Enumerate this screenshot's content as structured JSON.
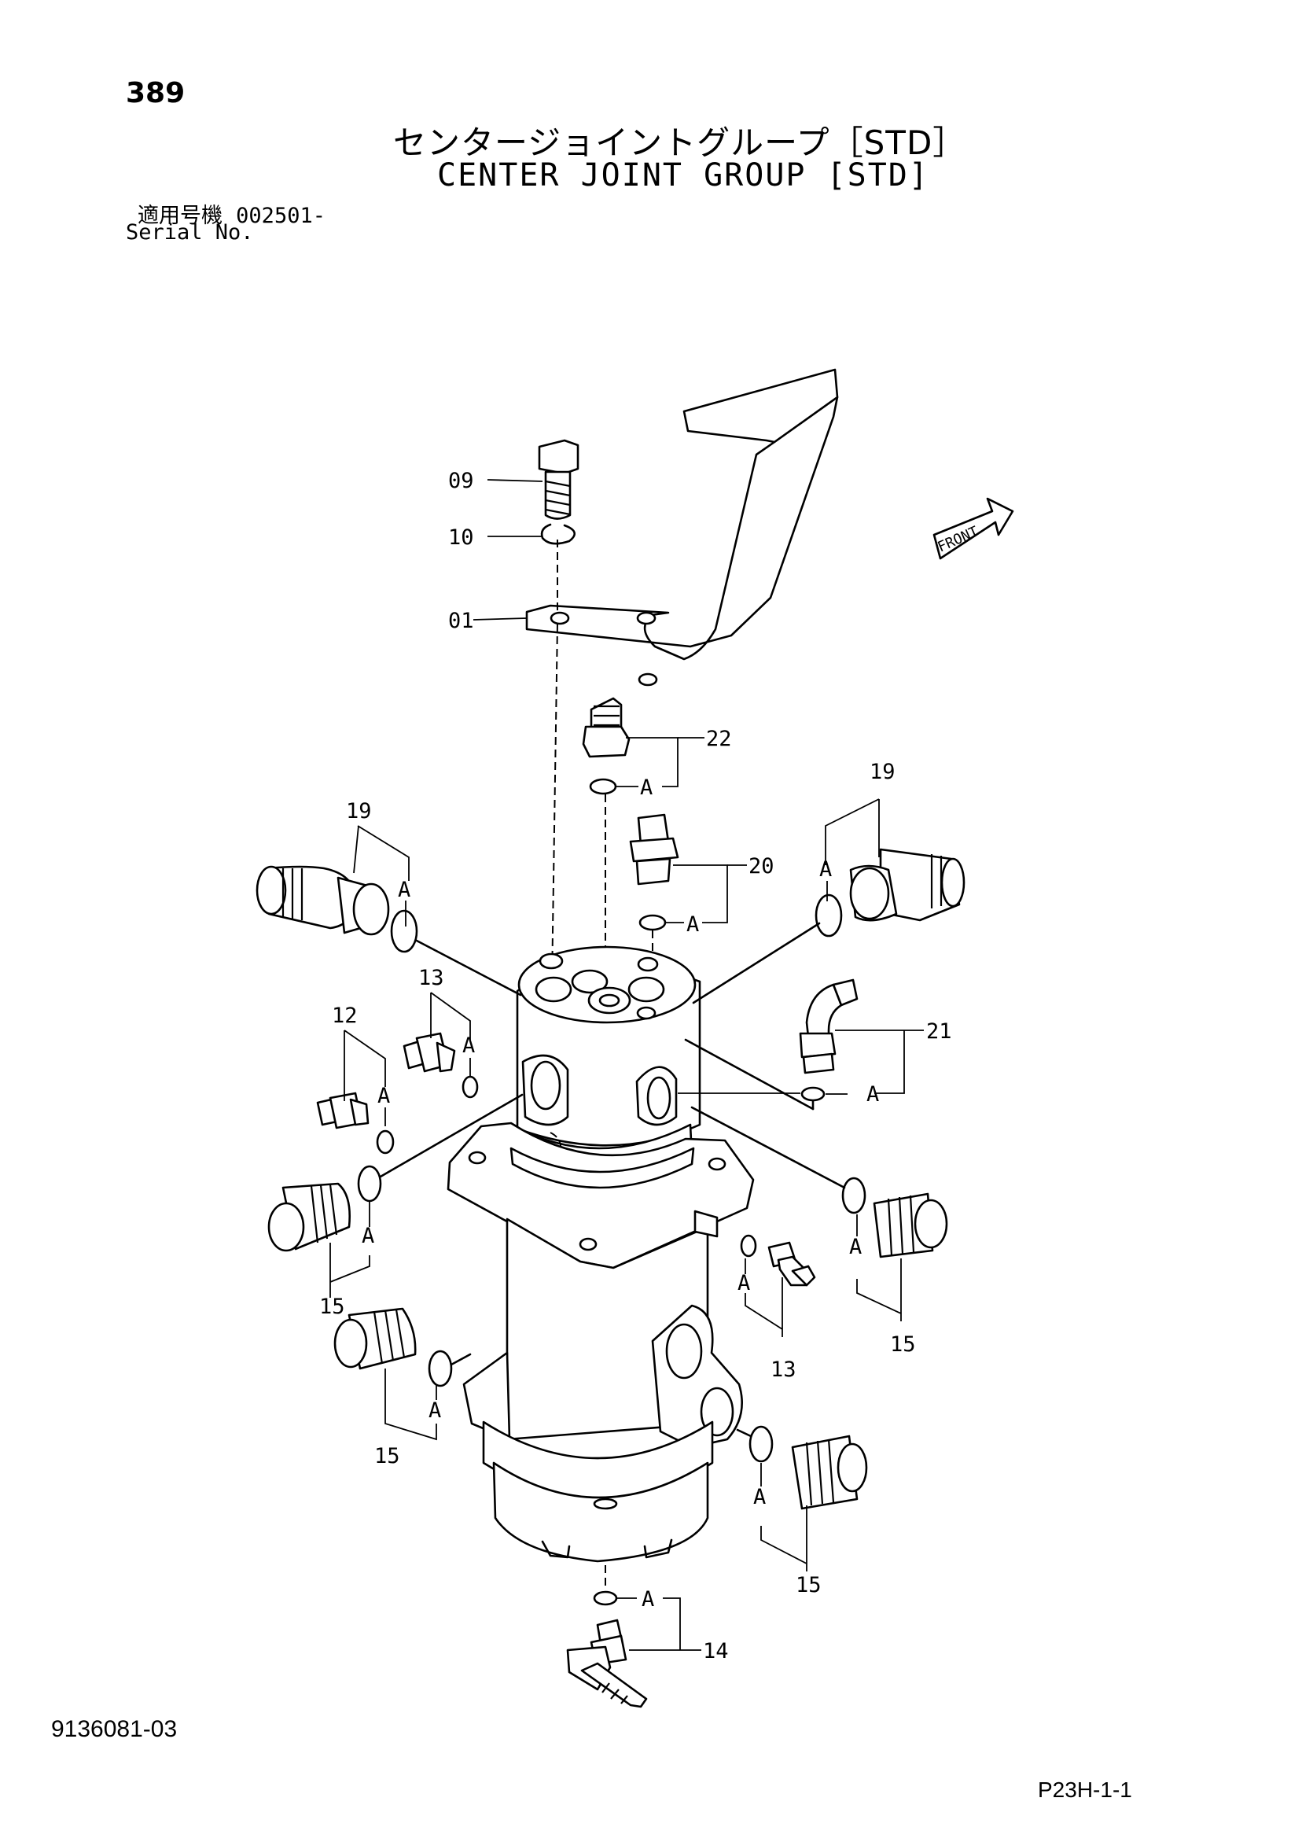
{
  "page_number": "389",
  "title_jp": "センタージョイントグループ［STD］",
  "title_en": "CENTER JOINT GROUP [STD]",
  "serial_label_jp": "適用号機",
  "serial_value": "002501-",
  "serial_label_en": "Serial No.",
  "direction_indicator": "FRONT",
  "callouts": {
    "c01": "01",
    "c09": "09",
    "c10": "10",
    "c12": "12",
    "c13a": "13",
    "c13b": "13",
    "c14": "14",
    "c15a": "15",
    "c15b": "15",
    "c15c": "15",
    "c15d": "15",
    "c19a": "19",
    "c19b": "19",
    "c20": "20",
    "c21": "21",
    "c22": "22"
  },
  "seal_label": "A",
  "document_number": "9136081-03",
  "page_code": "P23H-1-1"
}
